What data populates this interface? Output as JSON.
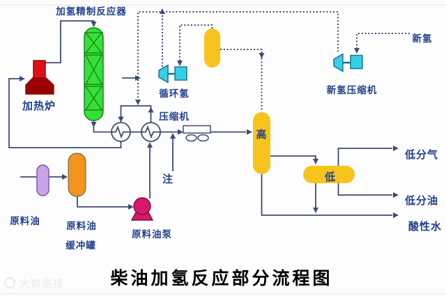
{
  "title": "柴油加氢反应部分流程图",
  "watermark": "大数据搜",
  "colors": {
    "line": "#3e4b76",
    "label": "#23418f",
    "green": "#36e03a",
    "green2": "#157a15",
    "red": "#df1014",
    "red2": "#8e0000",
    "maroon": "#9c0405",
    "cyan": "#35cfe3",
    "cyan2": "#14708f",
    "yellow": "#f6c41c",
    "orange": "#f2941d",
    "orange2": "#5a5a5a",
    "purple": "#c9a3e8",
    "purple2": "#7a4fae",
    "magenta": "#d6196b",
    "magenta2": "#7c0d3f"
  },
  "equipment": {
    "reactor": "加氢精制反应器",
    "furnace": "加热炉",
    "recycle_compressor_line1": "循环氢",
    "recycle_compressor_line2": "压缩机",
    "makeup_compressor": "新氢压缩机",
    "hp_separator": "高",
    "lp_separator": "低",
    "feed_tank_line1": "原料油",
    "feed_tank_line2": "缓冲罐",
    "feed_pump": "原料油泵"
  },
  "streams": {
    "makeup_h2": "新氢",
    "feed": "原料油",
    "injection": "注",
    "lp_gas": "低分气",
    "lp_oil": "低分油",
    "sour_water": "酸性水"
  }
}
